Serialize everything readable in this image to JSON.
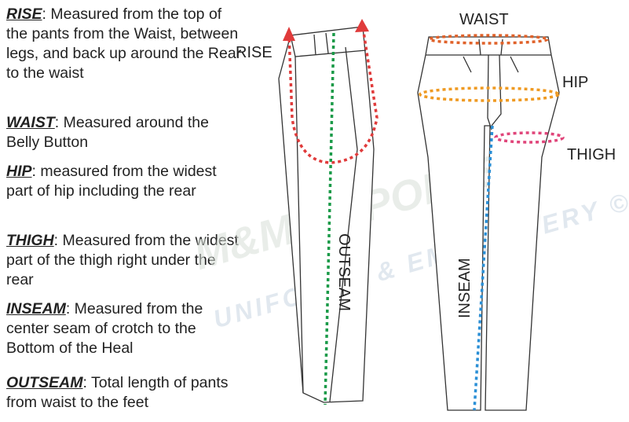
{
  "definitions": [
    {
      "term": "RISE",
      "text": ": Measured from the top of the pants from the Waist, between legs, and back up around the Rear to the waist"
    },
    {
      "term": "WAIST",
      "text": ": Measured around the Belly Button"
    },
    {
      "term": "HIP",
      "text": ": measured from the widest part of hip including the rear"
    },
    {
      "term": "THIGH",
      "text": ": Measured from the widest part of the thigh right under the rear"
    },
    {
      "term": "INSEAM",
      "text": ": Measured from the center seam of crotch to the Bottom of the Heal"
    },
    {
      "term": "OUTSEAM",
      "text": ": Total length of pants from waist to the feet"
    }
  ],
  "labels": {
    "rise": "RISE",
    "outseam": "OUTSEAM",
    "waist": "WAIST",
    "hip": "HIP",
    "thigh": "THIGH",
    "inseam": "INSEAM"
  },
  "watermark": {
    "brand": "M&M's SPORTS",
    "tagline": "UNIFORMS & EMBROIDERY ©"
  },
  "colors": {
    "rise": "#e03b3b",
    "outseam": "#1a9a48",
    "waist": "#e0622a",
    "hip": "#ef9a22",
    "thigh": "#e0457a",
    "inseam": "#2a8fd6",
    "watermark": "#c9d6e2"
  }
}
